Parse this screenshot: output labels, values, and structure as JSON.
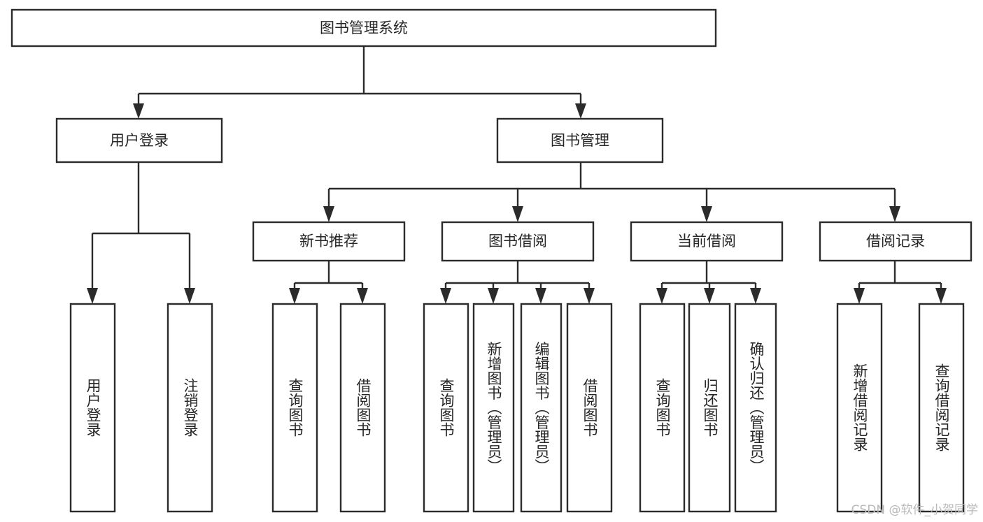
{
  "diagram": {
    "type": "tree-hierarchy",
    "title": "图书管理系统",
    "root": {
      "id": "root",
      "label": "图书管理系统"
    },
    "level2": [
      {
        "id": "user-login",
        "label": "用户登录"
      },
      {
        "id": "book-management",
        "label": "图书管理"
      }
    ],
    "level3": [
      {
        "id": "new-book-recommend",
        "label": "新书推荐",
        "parent": "book-management"
      },
      {
        "id": "book-borrow",
        "label": "图书借阅",
        "parent": "book-management"
      },
      {
        "id": "current-borrow",
        "label": "当前借阅",
        "parent": "book-management"
      },
      {
        "id": "borrow-record",
        "label": "借阅记录",
        "parent": "book-management"
      }
    ],
    "leaves": [
      {
        "id": "leaf-user-login",
        "label": "用户登录",
        "parent": "user-login"
      },
      {
        "id": "leaf-logout-login",
        "label": "注销登录",
        "parent": "user-login"
      },
      {
        "id": "leaf-query-book-1",
        "label": "查询图书",
        "parent": "new-book-recommend"
      },
      {
        "id": "leaf-borrow-book-1",
        "label": "借阅图书",
        "parent": "new-book-recommend"
      },
      {
        "id": "leaf-query-book-2",
        "label": "查询图书",
        "parent": "book-borrow"
      },
      {
        "id": "leaf-add-book",
        "label": "新增图书（管理员）",
        "parent": "book-borrow"
      },
      {
        "id": "leaf-edit-book",
        "label": "编辑图书（管理员）",
        "parent": "book-borrow"
      },
      {
        "id": "leaf-borrow-book-2",
        "label": "借阅图书",
        "parent": "book-borrow"
      },
      {
        "id": "leaf-query-book-3",
        "label": "查询图书",
        "parent": "current-borrow"
      },
      {
        "id": "leaf-return-book",
        "label": "归还图书",
        "parent": "current-borrow"
      },
      {
        "id": "leaf-confirm-return",
        "label": "确认归还（管理员）",
        "parent": "current-borrow"
      },
      {
        "id": "leaf-add-record",
        "label": "新增借阅记录",
        "parent": "borrow-record"
      },
      {
        "id": "leaf-query-record",
        "label": "查询借阅记录",
        "parent": "borrow-record"
      }
    ]
  },
  "watermark": {
    "label": "CSDN @软件_小贺同学"
  },
  "colors": {
    "box_stroke": "#2b2b2b",
    "box_fill": "#ffffff",
    "text": "#262626",
    "background": "#ffffff",
    "watermark": "#b9b9b9"
  }
}
